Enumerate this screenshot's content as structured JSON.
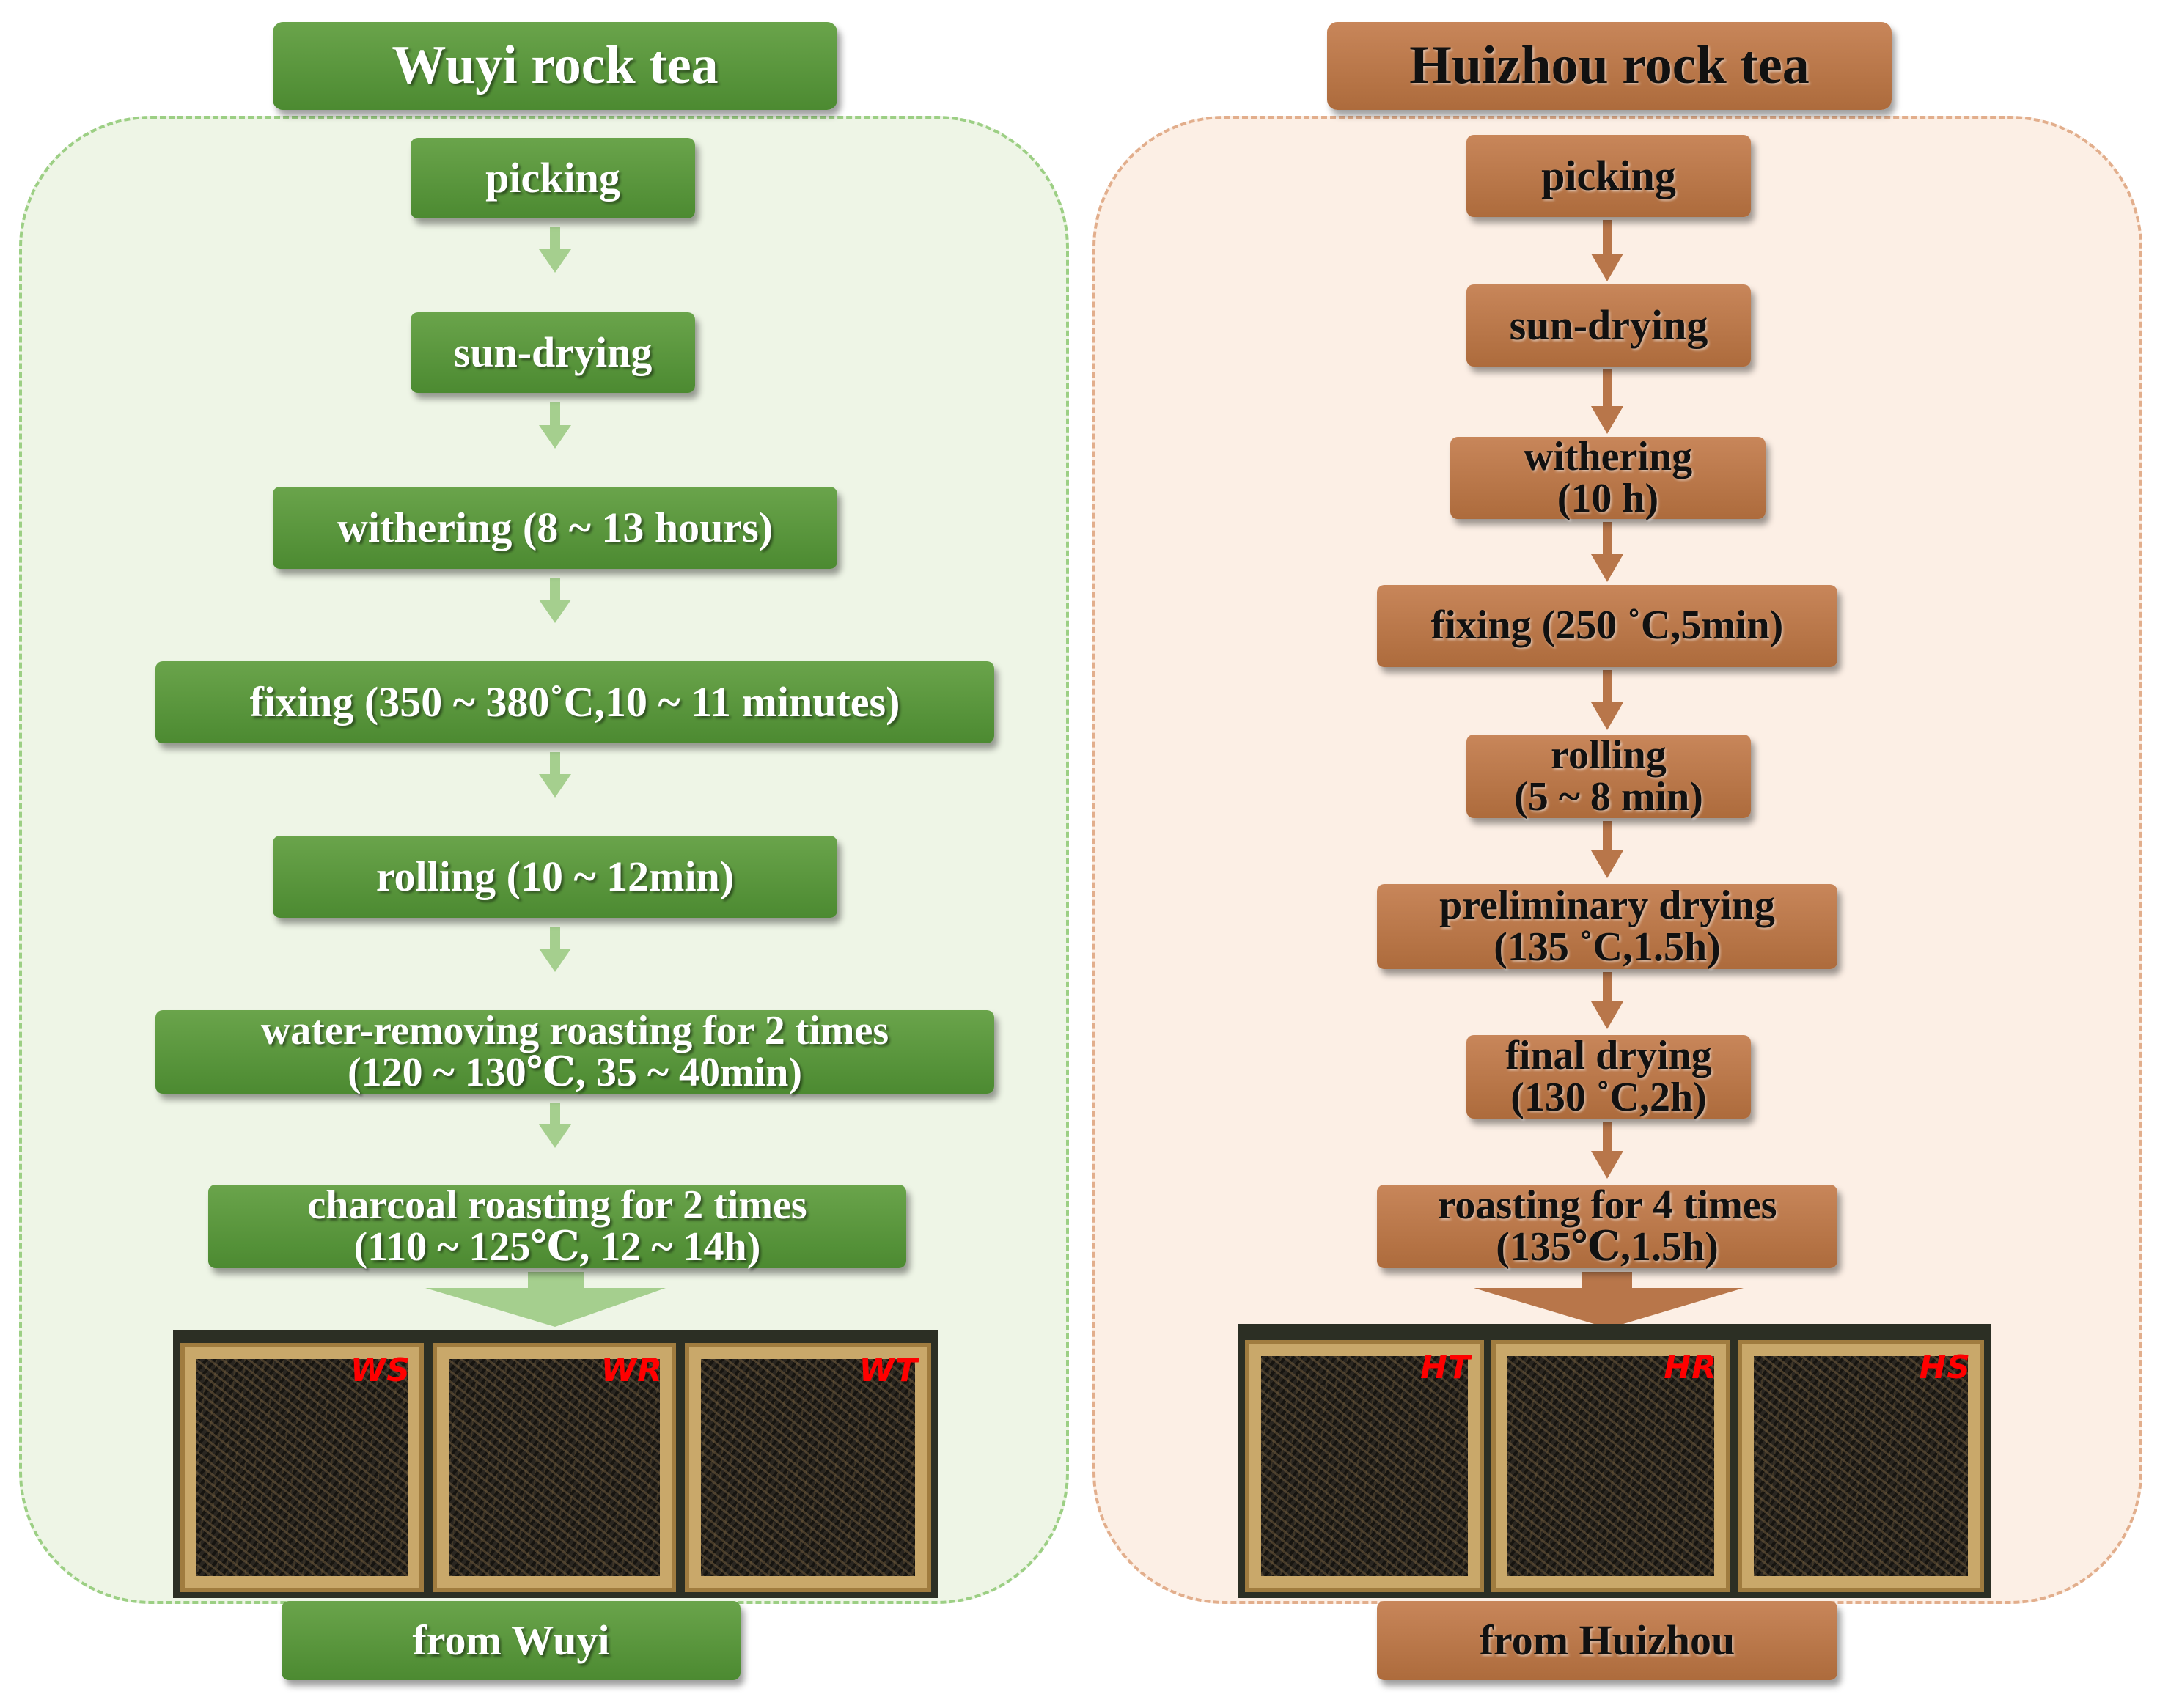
{
  "wuyi": {
    "title": "Wuyi rock tea",
    "steps": [
      "picking",
      "sun-drying",
      "withering (8 ~ 13 hours)",
      "fixing (350 ~ 380˚C,10 ~ 11 minutes)",
      "rolling (10 ~ 12min)",
      "water-removing roasting for 2 times\n(120 ~ 130℃, 35 ~ 40min)",
      "charcoal roasting for 2 times\n(110 ~ 125℃, 12 ~ 14h)"
    ],
    "samples": [
      "WS",
      "WR",
      "WT"
    ],
    "footer": "from Wuyi"
  },
  "huizhou": {
    "title": "Huizhou rock tea",
    "steps": [
      "picking",
      "sun-drying",
      "withering\n(10 h)",
      "fixing (250 ˚C,5min)",
      "rolling\n(5 ~ 8 min)",
      "preliminary drying\n(135 ˚C,1.5h)",
      "final drying\n(130 ˚C,2h)",
      "roasting for 4 times\n(135℃,1.5h)"
    ],
    "samples": [
      "HT",
      "HR",
      "HS"
    ],
    "footer": "from Huizhou"
  },
  "colors": {
    "wuyi_box": "#5a9a3d",
    "wuyi_panel": "#eef5e6",
    "wuyi_arrow": "#a5cf8e",
    "huizhou_box": "#b8764a",
    "huizhou_panel": "#fcefe5",
    "huizhou_arrow": "#b8764a",
    "sample_label": "#ff0000"
  }
}
